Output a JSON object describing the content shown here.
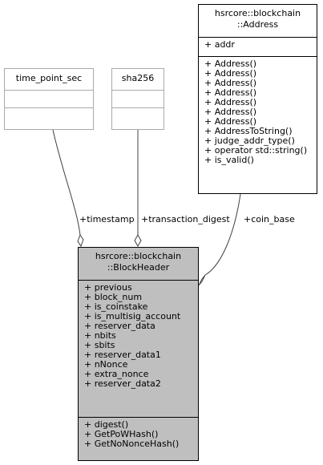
{
  "classes": {
    "time_point_sec": {
      "name": "time_point_sec"
    },
    "sha256": {
      "name": "sha256"
    },
    "address": {
      "name_line1": "hsrcore::blockchain",
      "name_line2": "::Address",
      "attributes": [
        "+ addr"
      ],
      "methods": [
        "+ Address()",
        "+ Address()",
        "+ Address()",
        "+ Address()",
        "+ Address()",
        "+ Address()",
        "+ Address()",
        "+ AddressToString()",
        "+ judge_addr_type()",
        "+ operator std::string()",
        "+ is_valid()"
      ]
    },
    "block_header": {
      "name_line1": "hsrcore::blockchain",
      "name_line2": "::BlockHeader",
      "attributes": [
        "+ previous",
        "+ block_num",
        "+ is_coinstake",
        "+ is_multisig_account",
        "+ reserver_data",
        "+ nbits",
        "+ sbits",
        "+ reserver_data1",
        "+ nNonce",
        "+ extra_nonce",
        "+ reserver_data2"
      ],
      "methods": [
        "+ digest()",
        "+ GetPoWHash()",
        "+ GetNoNonceHash()"
      ]
    }
  },
  "edges": {
    "timestamp": "+timestamp",
    "transaction_digest": "+transaction_digest",
    "coin_base": "+coin_base"
  }
}
